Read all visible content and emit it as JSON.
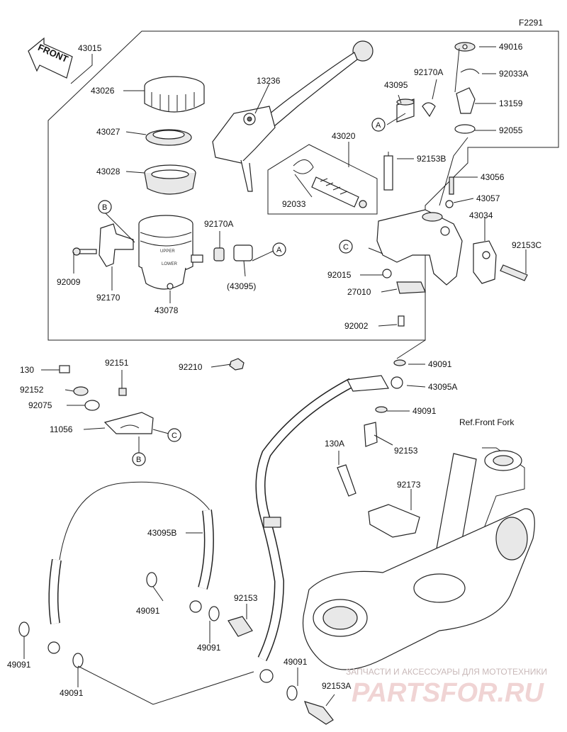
{
  "figure_id": "F2291",
  "front_label": "FRONT",
  "ref_label": "Ref.Front Fork",
  "watermark": {
    "line1": "ЗАПЧАСТИ И АКСЕССУАРЫ ДЛЯ МОТОТЕХНИКИ",
    "line2": "PARTSFOR.RU"
  },
  "callouts": [
    "A",
    "B",
    "C"
  ],
  "parts": [
    "43015",
    "43026",
    "43027",
    "43028",
    "92009",
    "92170",
    "43078",
    "92170A",
    "(43095)",
    "13236",
    "43095",
    "92170A",
    "49016",
    "92033A",
    "13159",
    "92055",
    "43020",
    "92033",
    "92153B",
    "43056",
    "43057",
    "43034",
    "92153C",
    "92015",
    "27010",
    "92002",
    "92210",
    "130",
    "92152",
    "92075",
    "92151",
    "11056",
    "49091",
    "43095A",
    "49091",
    "92153",
    "130A",
    "92173",
    "43095B",
    "49091",
    "92153",
    "49091",
    "49091",
    "49091",
    "92153A",
    "49091"
  ]
}
